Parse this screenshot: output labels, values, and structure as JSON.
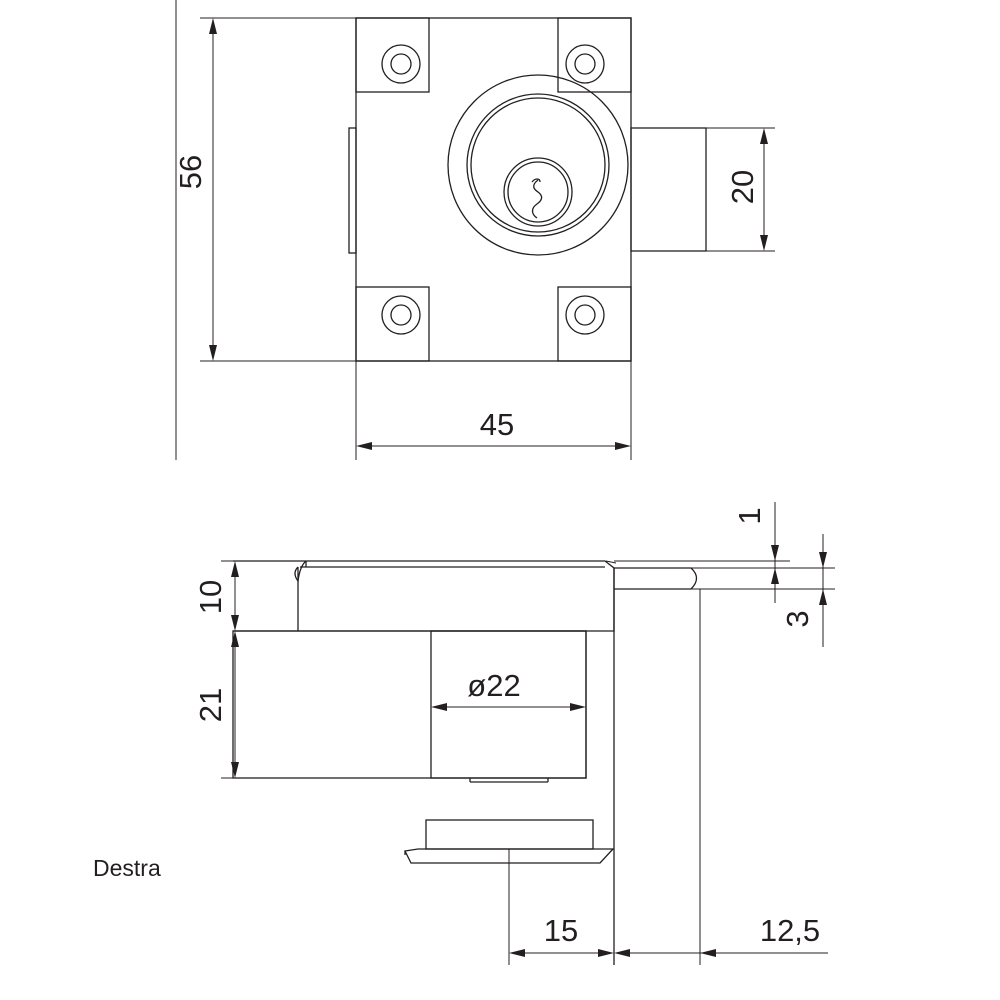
{
  "dimensions": {
    "top_height": "56",
    "top_width": "45",
    "bolt_height": "20",
    "body_thickness": "10",
    "cylinder_depth": "21",
    "cylinder_diameter": "ø22",
    "plate_thickness": "1",
    "bolt_thickness": "3",
    "offset_a": "15",
    "offset_b": "12,5"
  },
  "caption": "Destra"
}
